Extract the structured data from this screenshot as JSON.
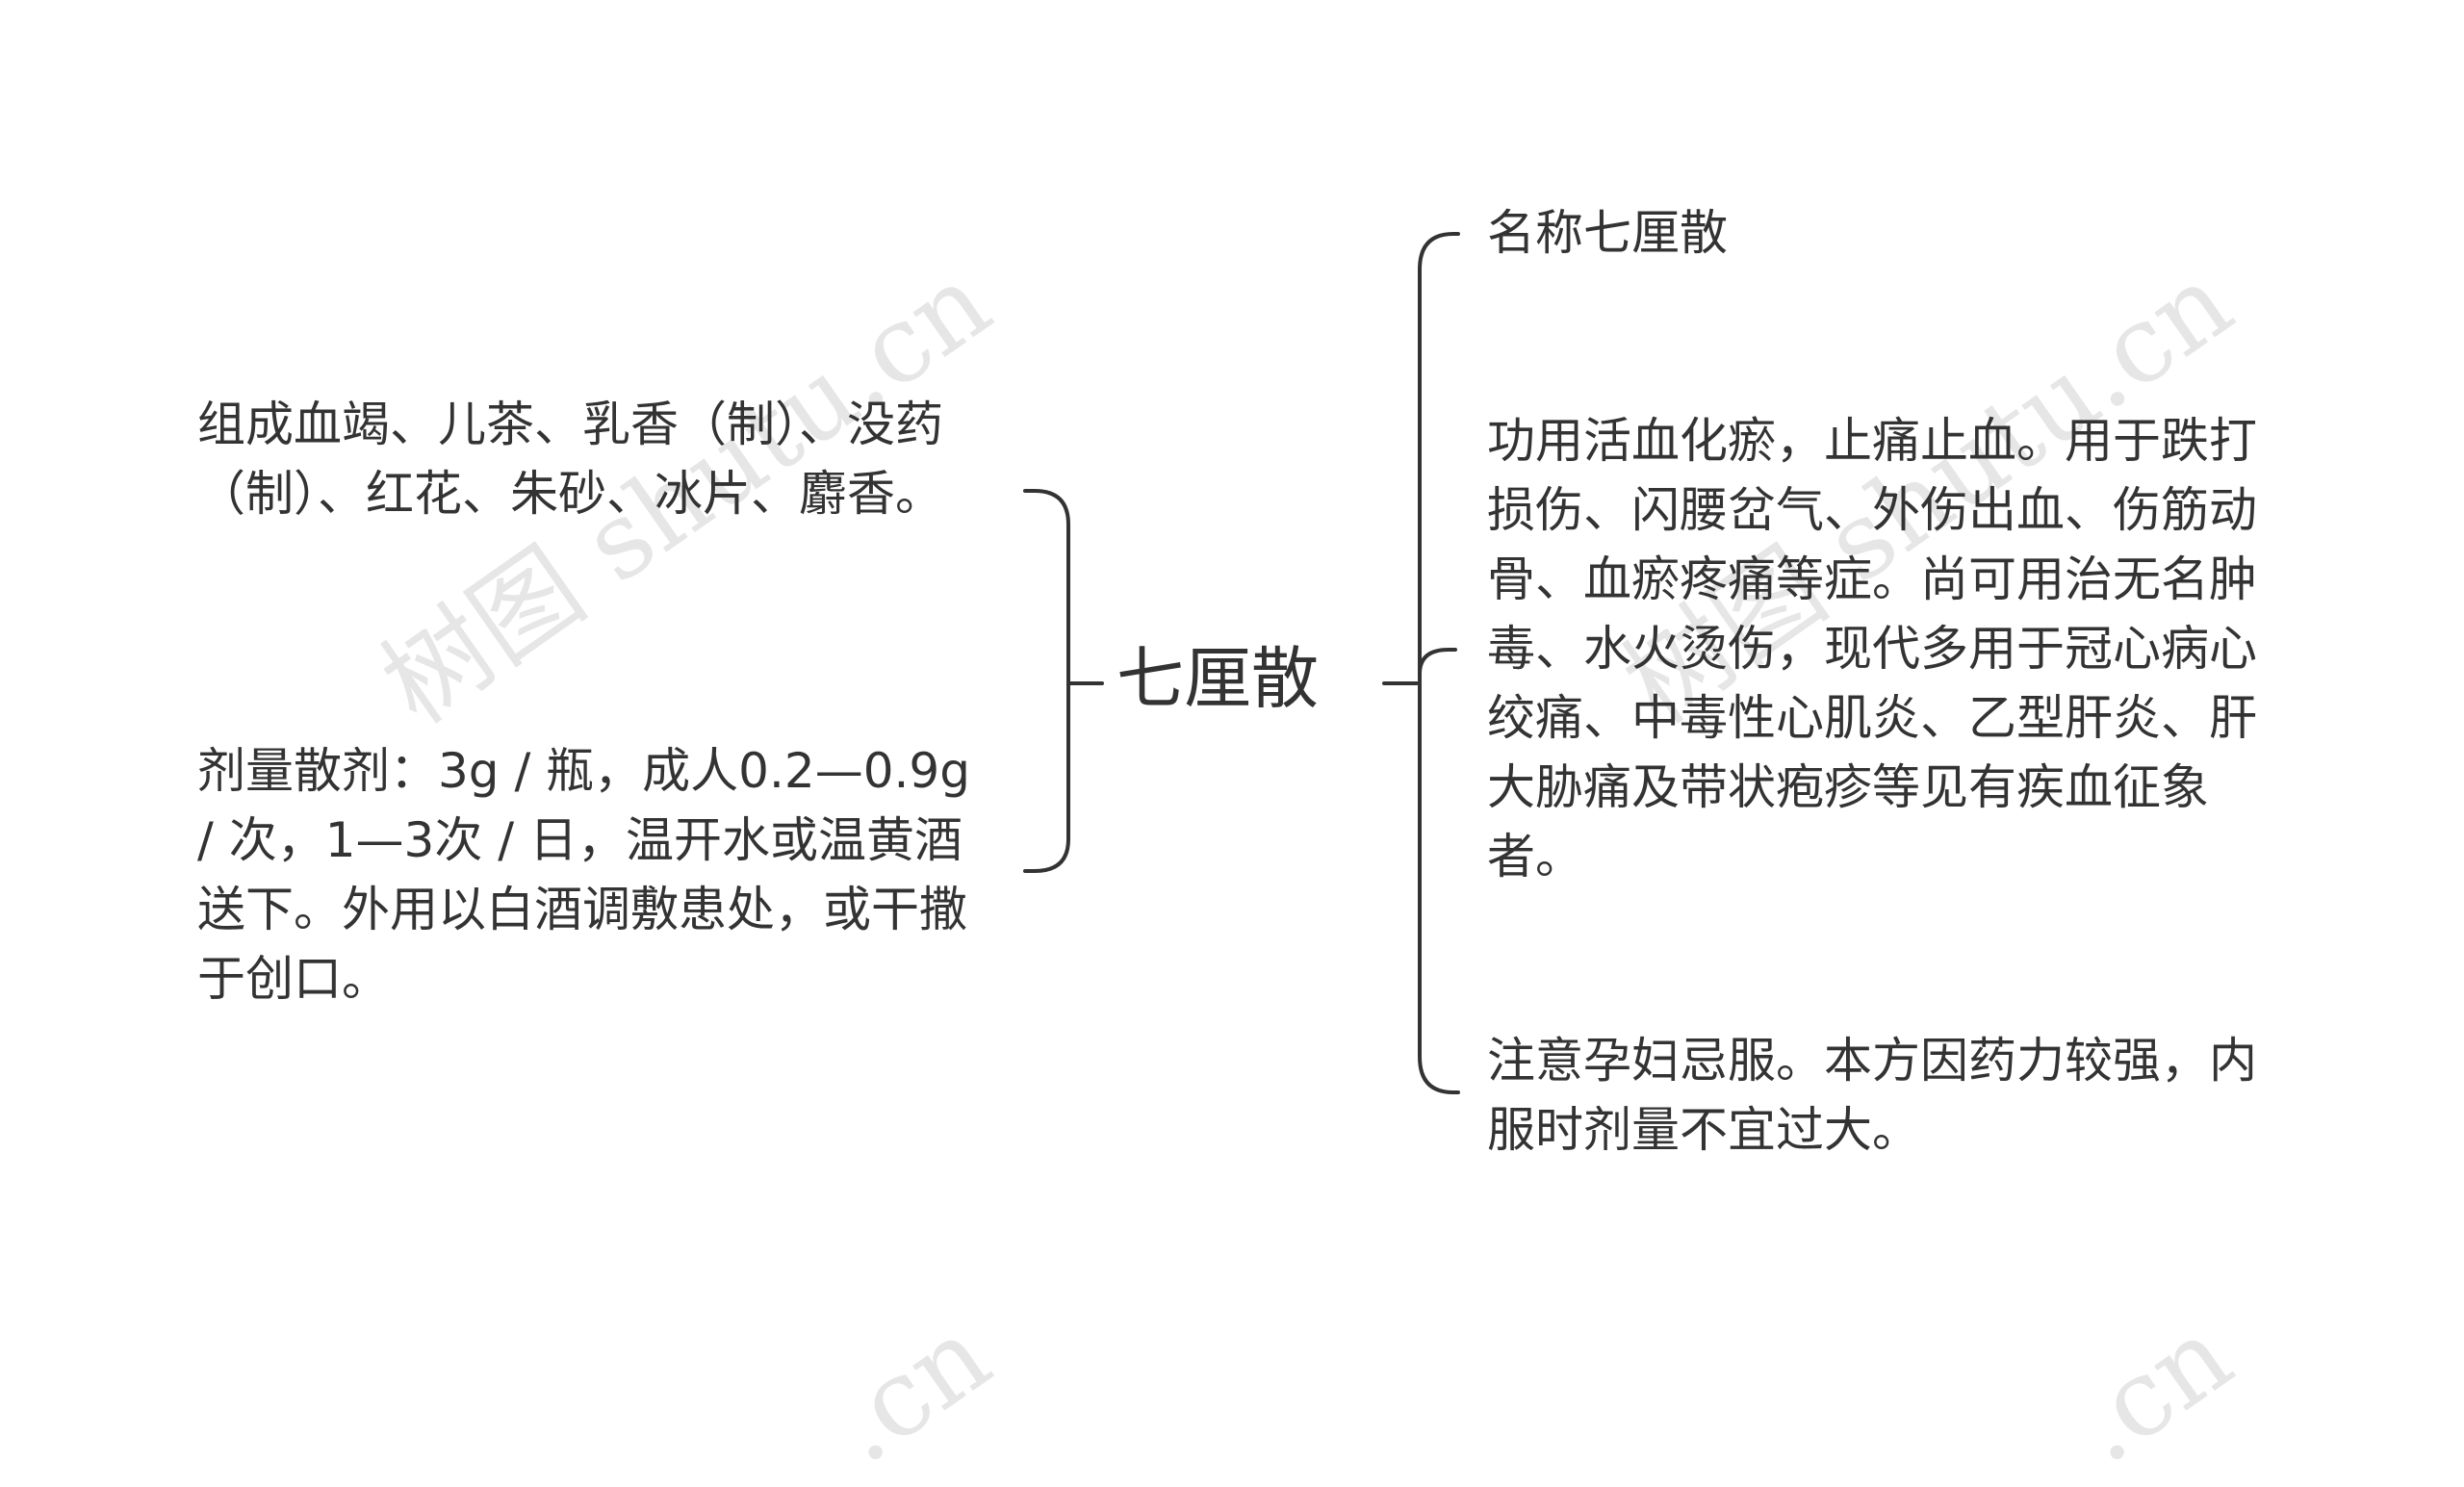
{
  "diagram": {
    "center": "七厘散",
    "left_nodes": [
      {
        "text": "组成血竭、儿茶、乳香（制）、没药（制）、红花、朱砂、冰片、麝香。"
      },
      {
        "text": "剂量散剂：3g / 瓶，成人0.2—0.9g / 次，1—3次 / 日，温开水或温黄酒送下。外用以白酒调敷患处，或干撒于创口。"
      }
    ],
    "right_nodes": [
      {
        "text": "名称七厘散"
      },
      {
        "text": "功用活血化瘀，止痛止血。用于跌打损伤、闪腰岔气、外伤出血、伤筋动骨、血瘀疼痛等症。尚可用治无名肿毒、水火烫伤，现代多用于冠心病心绞痛、中毒性心肌炎、乙型肝炎、肝大胁痛及带状疱疹等见有疾血征象者。"
      },
      {
        "text": "注意孕妇忌服。本方因药力较强，内服时剂量不宜过大。"
      }
    ],
    "line_color": "#333333"
  },
  "watermarks": [
    "树图 shutu.cn",
    "树图 shutu.cn",
    ".cn",
    ".cn"
  ]
}
